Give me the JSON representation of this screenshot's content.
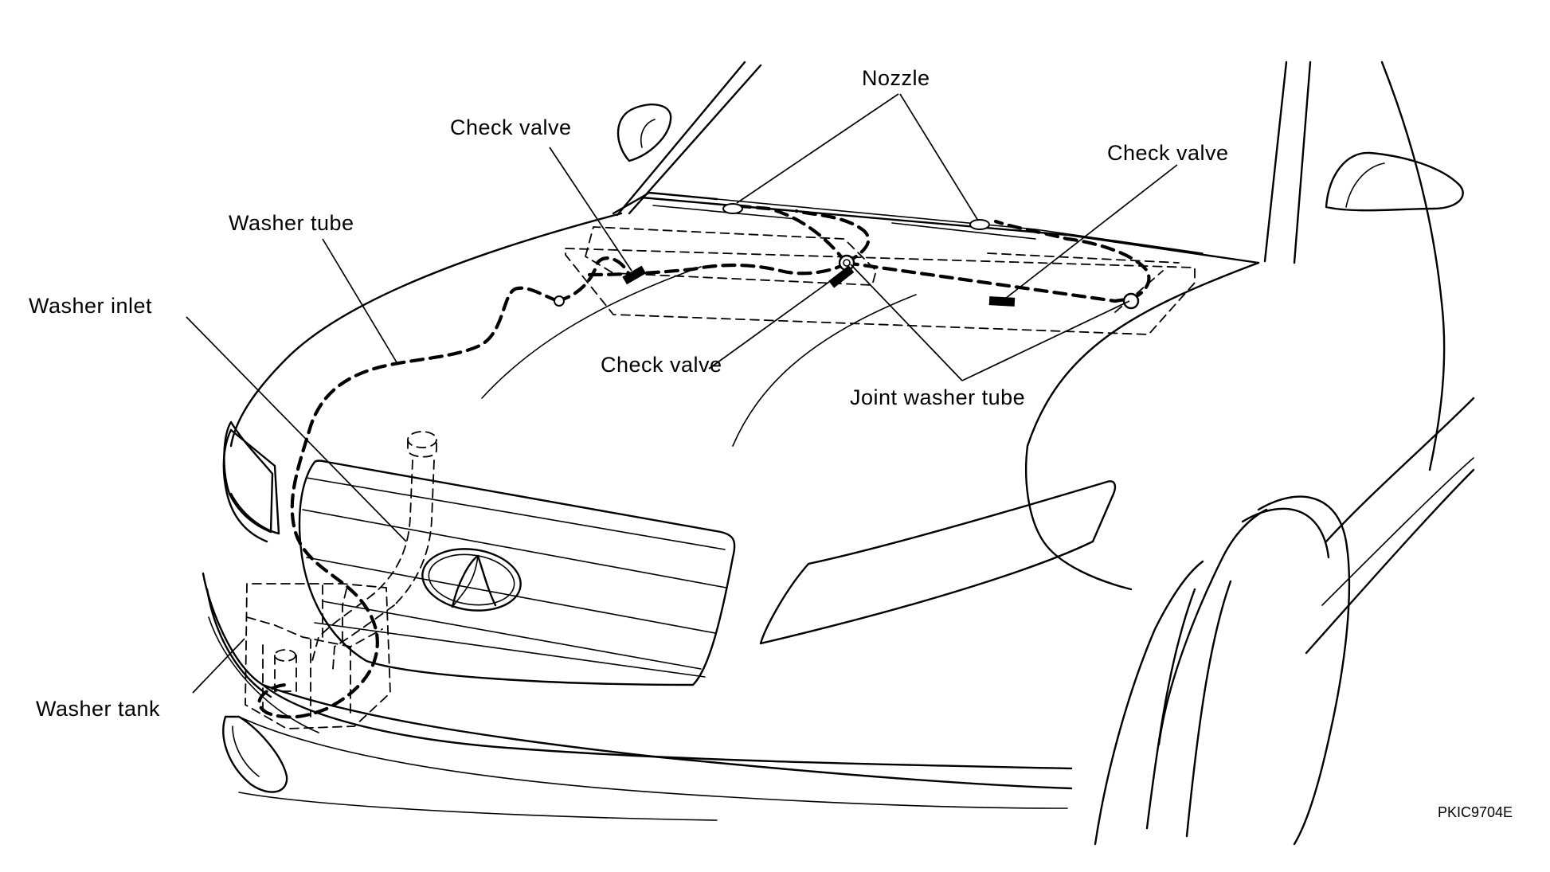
{
  "figure_code": "PKIC9704E",
  "labels": {
    "nozzle": "Nozzle",
    "check_valve_1": "Check valve",
    "check_valve_2": "Check valve",
    "check_valve_3": "Check valve",
    "washer_tube": "Washer tube",
    "washer_inlet": "Washer inlet",
    "joint_washer_tube": "Joint washer tube",
    "washer_tank": "Washer tank"
  }
}
